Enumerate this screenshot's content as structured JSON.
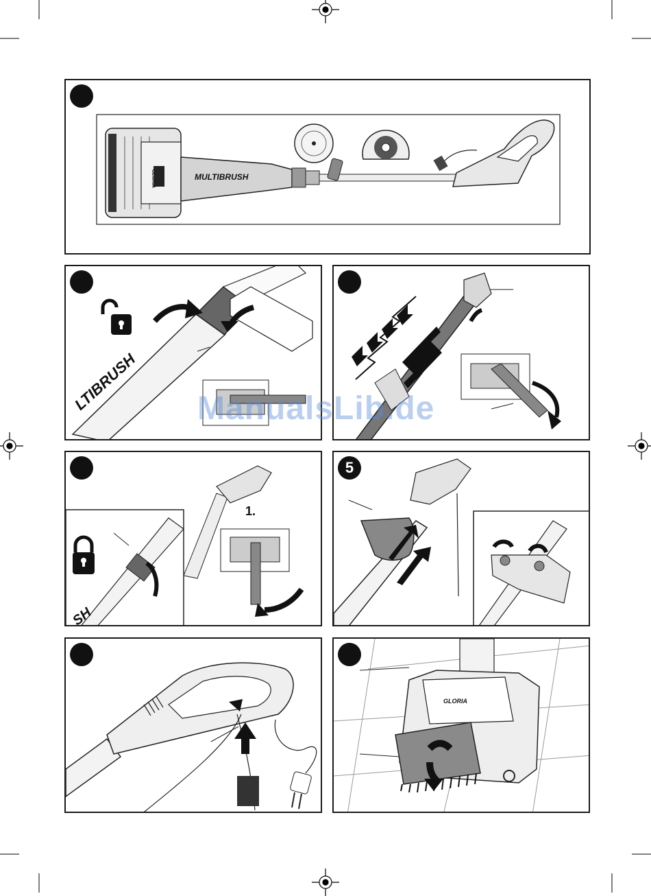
{
  "watermark": "ManualsLib.de",
  "panels": {
    "p1": {
      "badge": "",
      "brand": "MULTIBRUSH",
      "head_brand": "GLORIA"
    },
    "p2": {
      "badge": "",
      "brand": "LTIBRUSH"
    },
    "p3": {
      "badge": ""
    },
    "p4": {
      "badge": "",
      "step": "1.",
      "brand": "SH"
    },
    "p5": {
      "badge": "5"
    },
    "p6": {
      "badge": ""
    },
    "p7": {
      "badge": "",
      "brand": "GLORIA"
    }
  },
  "icons": {
    "unlock": "unlock-icon",
    "lock": "lock-icon",
    "registration": "crosshair-icon"
  }
}
